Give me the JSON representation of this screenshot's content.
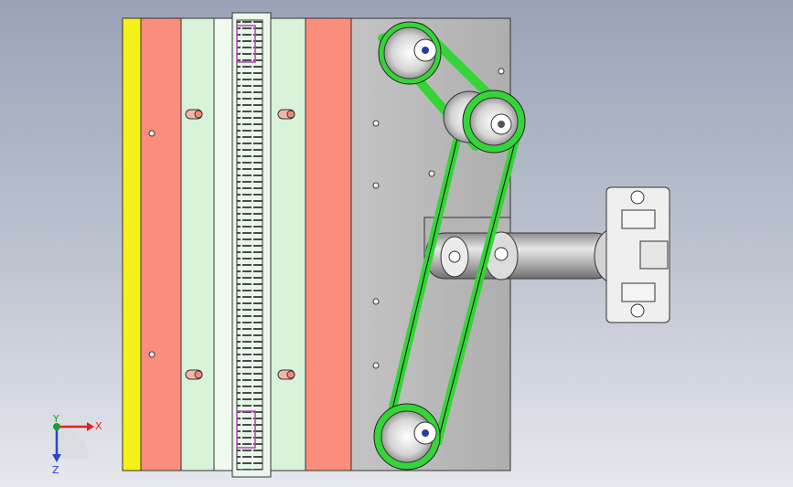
{
  "viewport": {
    "background_top": "#9aa3b6",
    "background_bottom": "#e6e8ed"
  },
  "model": {
    "colors": {
      "yellow_plate": "#f7f11a",
      "salmon_plate": "#fa8d7c",
      "mint_plate": "#d8f3d9",
      "steel_plate": "#b9b9b9",
      "belt": "#35d438",
      "pulley": "#d9d9d9",
      "shaft": "#b8b8b8",
      "mount_block": "#ececec",
      "rack_teeth": "#7d2a8c"
    }
  },
  "triad": {
    "x_label": "X",
    "y_label": "Y",
    "z_label": "Z",
    "x_color": "#e32222",
    "y_color": "#1e9e2a",
    "z_color": "#2b45c9"
  }
}
